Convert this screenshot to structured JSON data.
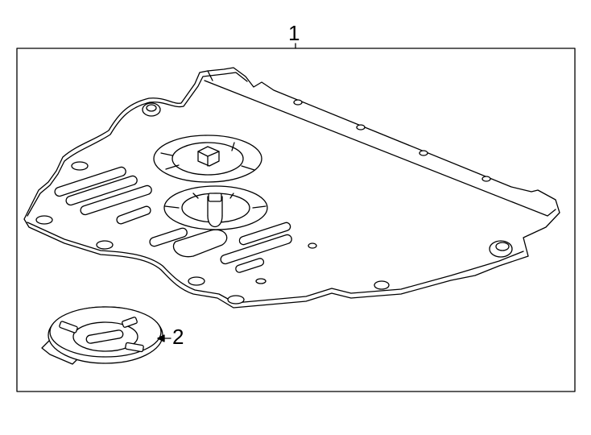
{
  "diagram": {
    "callouts": [
      {
        "id": "1",
        "label": "1"
      },
      {
        "id": "2",
        "label": "2"
      }
    ],
    "colors": {
      "stroke": "#000000",
      "fill": "#ffffff"
    }
  }
}
